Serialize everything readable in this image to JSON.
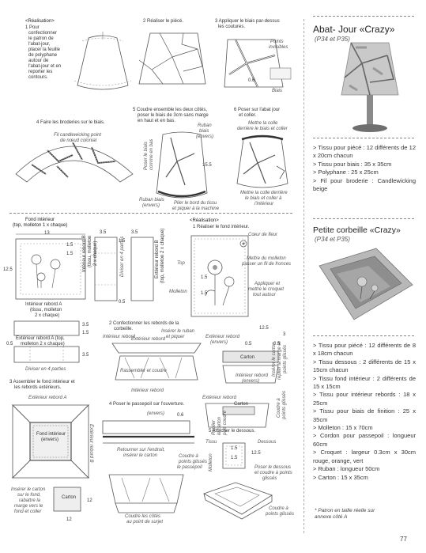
{
  "steps": {
    "realisation_heading": "<Réalisation>",
    "step1": [
      "1 Pour",
      "confectionner",
      "le patron de",
      "l'abat-jour,",
      "placer la feuille",
      "de polyphane",
      "autour de",
      "l'abat-jour et en",
      "reporter les",
      "contours."
    ],
    "step2": "2 Réaliser le piécé.",
    "step3": [
      "3 Appliquer le biais par-dessus",
      "les coutures."
    ],
    "step3_labels": {
      "points": "Points",
      "invisibles": "invisibles",
      "dim": "0.6",
      "biais": "Biais"
    },
    "step4": "4 Faire les broderies sur le biais.",
    "step4_label": [
      "Fil candlewicking point",
      "de nœud colonial"
    ],
    "step5": [
      "5 Coudre ensemble les deux côtés,",
      "poser le biais de 3cm sans marge",
      "en haut et en bas."
    ],
    "step5_labels": {
      "ruban": "Ruban",
      "biais": "biais",
      "envers": "(envers)",
      "poser": "Poser le biais",
      "comme en bas": "comme en bas",
      "dim": "15.5",
      "ruban_biais": "Ruban biais",
      "envers2": "(envers)",
      "plier": "Plier le bord du tissu",
      "piquer": "et piquer à la machine"
    },
    "step6": [
      "6 Poser sur l'abat jour",
      "et coller."
    ],
    "step6_labels": {
      "mettre1": "Mettre la colle",
      "derriere1": "derrière le biais et coller",
      "mettre2": "Mettre la colle derrière",
      "derriere2": "le biais et coller à",
      "interieur": "l'intérieur"
    }
  },
  "basket": {
    "fond_title": [
      "Fond intérieur",
      "(top, molleton 1 x chaque)"
    ],
    "dim13": "13",
    "dim15": "1.5",
    "dim125": "12.5",
    "dim35": "3.5",
    "dim05": "0.5",
    "rebordB": [
      "Intérieur rebord B",
      "(tissu, molleton",
      "2 x chaque)"
    ],
    "exterieurB": [
      "Extérieur rebord B",
      "(top, molleton 2 x chaque)"
    ],
    "diviser1": "Diviser en 4 parties",
    "rebordA": [
      "Intérieur rebord A",
      "(tissu, molleton",
      "2 x chaque)"
    ],
    "exterieurA": [
      "Extérieur rebord A (top,",
      "molleton 2 x chaque)"
    ],
    "diviser2": "Diviser en 4 parties",
    "realisation2": "<Réalisation>",
    "step1": "1 Réaliser le fond intérieur.",
    "coeur": "Cœur de fleur",
    "mettre_molleton": [
      "Mettre du molleton",
      "passer un fil de fronces"
    ],
    "top": "Top",
    "molleton": "Molleton",
    "applique": [
      "Appliquer et",
      "mettre le croquet",
      "tout autour"
    ],
    "step2": [
      "2 Confectionner les rebords de la",
      "corbeille."
    ],
    "step2_labels": {
      "inserer": "Insérer le ruban",
      "piquer": "et piquer",
      "interieur": "Intérieur rebord",
      "exterieur": "Extérieur rebord",
      "envers": "(envers)",
      "rassembler": "Rassembler et coudre",
      "interieur2": "Intérieur rebord",
      "dim125": "12.5",
      "dim3": "3",
      "dim05": "0.5",
      "carton": "Carton",
      "interieur_envers": [
        "Intérieur rebord",
        "(envers)"
      ],
      "inserer_carton": [
        "Insérer le carton",
        "replier la marge et",
        "points glissés"
      ]
    },
    "step3": [
      "3 Assembler le fond intérieur et",
      "les rebords extérieurs."
    ],
    "step3_labels": {
      "exterieurA": "Extérieur rebord A",
      "exterieurB": "Extérieur rebord B",
      "fond": [
        "Fond intérieur",
        "(envers)"
      ],
      "inserer": [
        "Insérer le carton",
        "sur le fond,",
        "rabattre la",
        "marge vers le",
        "fond et coller"
      ],
      "carton": "Carton",
      "dim12": "12",
      "dim12b": "12"
    },
    "step4": "4 Poser le passepoil sur l'ouverture.",
    "step4_labels": {
      "envers": "(envers)",
      "dim06": "0.6",
      "retourner": [
        "Retourner sur l'endroit,",
        "insérer le carton"
      ],
      "coudre": [
        "Coudre à",
        "points glissés",
        "le passepoil"
      ],
      "coudre2": [
        "Coudre les côtés",
        "au point de surjet"
      ],
      "exterieur": "Extérieur rebord",
      "carton": "Carton",
      "replier": [
        "Replier",
        "le carton",
        "puis coudre"
      ],
      "coudre3": [
        "Coudre à",
        "points glissés"
      ]
    },
    "step5": "5 Attacher le dessous.",
    "step5_labels": {
      "tissu": "Tissu",
      "dessous": "Dessous",
      "dim15": "1.5",
      "dim125": "12.5",
      "molleton": "Molleton",
      "poser": [
        "Poser le dessous",
        "et coudre à points",
        "glissés"
      ],
      "coudre": [
        "Coudre à",
        "points glissés"
      ]
    }
  },
  "right": {
    "title1": "Abat- Jour «Crazy»",
    "sub1": "(P34 et P35)",
    "list1": [
      "> Tissu pour piécé : 12 différents de 12 x 20cm chacun",
      "> Tissu pour biais : 35 x 35cm",
      "> Polyphane : 25 x 25cm",
      "> Fil pour broderie : Candlewicking beige"
    ],
    "title2": "Petite corbeille «Crazy»",
    "sub2": "(P34 et P35)",
    "list2": [
      "> Tissu pour piécé : 12 différents de 8 x 18cm chacun",
      "> Tissu dessous : 2 différents de 15 x 15cm chacun",
      "> Tissu fond intérieur : 2 différents de 15 x 15cm",
      "> Tissu pour intérieur rebords : 18 x 25cm",
      "> Tissu pour biais de finition : 25 x 35cm",
      "> Molleton : 15 x 70cm",
      "> Cordon pour passepoil : longueur 60cm",
      "> Croquet : largeur 0.3cm x 30cm rouge, orange, vert",
      "> Ruban : longueur 50cm",
      "> Carton : 15 x 35cm"
    ],
    "note": [
      "* Patron en taille réelle sur",
      "annexe côté A"
    ]
  },
  "page_number": "77"
}
